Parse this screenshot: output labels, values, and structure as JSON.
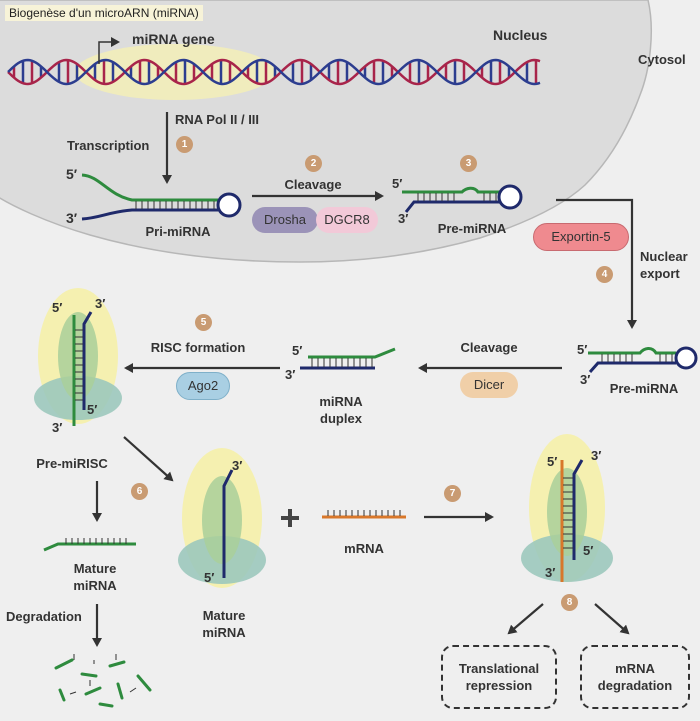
{
  "title": "Biogenèse d'un microARN (miRNA)",
  "regions": {
    "nucleus": "Nucleus",
    "cytosol": "Cytosol"
  },
  "gene": "miRNA gene",
  "polymerase": "RNA Pol II / III",
  "steps": {
    "s1": "1",
    "s2": "2",
    "s3": "3",
    "s4": "4",
    "s5": "5",
    "s6": "6",
    "s7": "7",
    "s8": "8"
  },
  "labels": {
    "transcription": "Transcription",
    "cleavage_nuclear": "Cleavage",
    "pri_mirna": "Pri-miRNA",
    "pre_mirna_nucleus": "Pre-miRNA",
    "nuclear_export": "Nuclear\nexport",
    "pre_mirna_cytosol": "Pre-miRNA",
    "cleavage_cytosol": "Cleavage",
    "mirna_duplex": "miRNA\nduplex",
    "risc_formation": "RISC formation",
    "pre_mirisc": "Pre-miRISC",
    "mature_mirna_strand": "Mature\nmiRNA",
    "mature_mirna_complex": "Mature\nmiRNA",
    "mrna": "mRNA",
    "degradation": "Degradation"
  },
  "proteins": {
    "drosha": "Drosha",
    "dgcr8": "DGCR8",
    "exportin": "Exportin-5",
    "dicer": "Dicer",
    "ago2": "Ago2"
  },
  "ends": {
    "five": "5′",
    "three": "3′"
  },
  "outcomes": {
    "translational_repression": "Translational\nrepression",
    "mrna_degradation": "mRNA\ndegradation"
  },
  "colors": {
    "nucleus_fill": "#dcdcdc",
    "mirna_strand": "#2e8b3e",
    "passenger_strand": "#1f2a6b",
    "mrna_strand": "#d8772a",
    "risc_outer": "#f5f0b0",
    "risc_inner": "#a9cf9a",
    "risc_base": "#9cc8bc",
    "step_badge": "#c99b72",
    "drosha": "#9b93b8",
    "dgcr8": "#f2c9d8",
    "exportin": "#ef8a8f",
    "dicer": "#f0cfa8",
    "ago2": "#a9cfe3"
  }
}
